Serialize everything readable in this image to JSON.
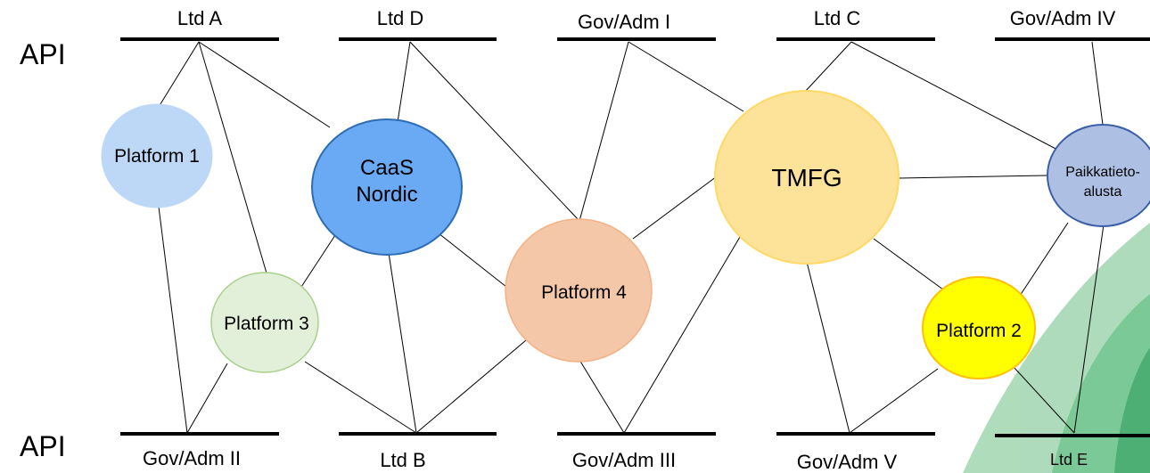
{
  "side_labels": {
    "top": "API",
    "bottom": "API"
  },
  "endpoints": {
    "ltd_a": "Ltd A",
    "ltd_d": "Ltd D",
    "gov_adm_i": "Gov/Adm I",
    "ltd_c": "Ltd C",
    "gov_adm_iv": "Gov/Adm IV",
    "gov_adm_ii": "Gov/Adm II",
    "ltd_b": "Ltd B",
    "gov_adm_iii": "Gov/Adm III",
    "gov_adm_v": "Gov/Adm V",
    "ltd_e": "Ltd E"
  },
  "platforms": {
    "platform_1": "Platform 1",
    "caas_line1": "CaaS",
    "caas_line2": "Nordic",
    "platform_3": "Platform 3",
    "platform_4": "Platform 4",
    "tmfg": "TMFG",
    "platform_2": "Platform 2",
    "paikka_line1": "Paikkatieto-",
    "paikka_line2": "alusta"
  },
  "colors": {
    "platform_1": "#bdd7f7",
    "caas_nordic": "#6aa9f4",
    "caas_nordic_stroke": "#2e6db4",
    "platform_3": "#e2efd9",
    "platform_3_stroke": "#a9d18e",
    "platform_4": "#f5c7a9",
    "platform_4_stroke": "#f4b183",
    "tmfg": "#fde39a",
    "tmfg_stroke": "#ffd966",
    "platform_2": "#ffff00",
    "platform_2_stroke": "#ffc000",
    "paikkatietoalusta": "#adc0e3",
    "paikkatietoalusta_stroke": "#3a5fa8",
    "leaf_light": "#9fd3ad",
    "leaf_dark": "#3fae6c"
  }
}
